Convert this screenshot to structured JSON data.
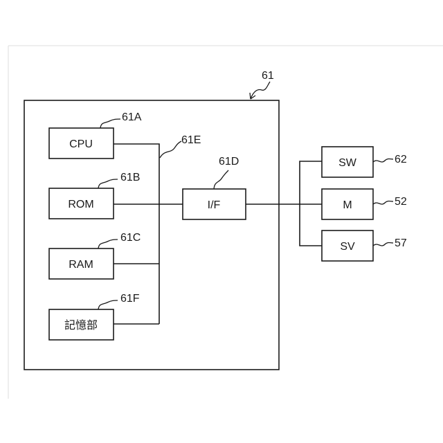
{
  "diagram": {
    "controller_ref": "61",
    "blocks": {
      "cpu": {
        "label": "CPU",
        "ref": "61A"
      },
      "rom": {
        "label": "ROM",
        "ref": "61B"
      },
      "ram": {
        "label": "RAM",
        "ref": "61C"
      },
      "storage": {
        "label": "記憶部",
        "ref": "61F"
      },
      "interface": {
        "label": "I/F",
        "ref": "61D"
      },
      "sw": {
        "label": "SW",
        "ref": "62"
      },
      "motor": {
        "label": "M",
        "ref": "52"
      },
      "sv": {
        "label": "SV",
        "ref": "57"
      }
    },
    "bus_ref": "61E"
  }
}
